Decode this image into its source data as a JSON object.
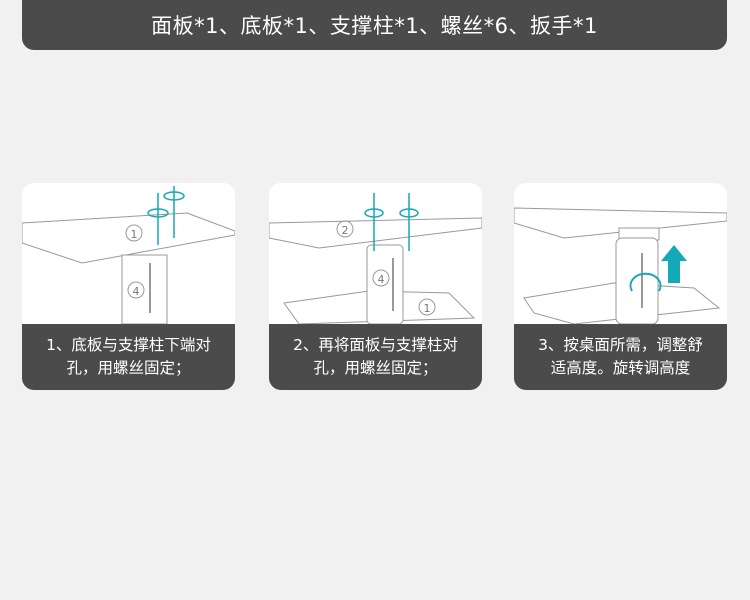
{
  "header": {
    "title": "面板*1、底板*1、支撑柱*1、螺丝*6、扳手*1"
  },
  "steps": [
    {
      "number": "1",
      "line1": "1、底板与支撑柱下端对",
      "line2": "孔，用螺丝固定；",
      "labels": [
        "1",
        "4"
      ]
    },
    {
      "number": "2",
      "line1": "2、再将面板与支撑柱对",
      "line2": "孔，用螺丝固定；",
      "labels": [
        "2",
        "4",
        "1"
      ]
    },
    {
      "number": "3",
      "line1": "3、按桌面所需，调整舒",
      "line2": "适高度。旋转调高度"
    }
  ],
  "colors": {
    "accent": "#14a9b8",
    "dark": "#4b4b4b"
  }
}
